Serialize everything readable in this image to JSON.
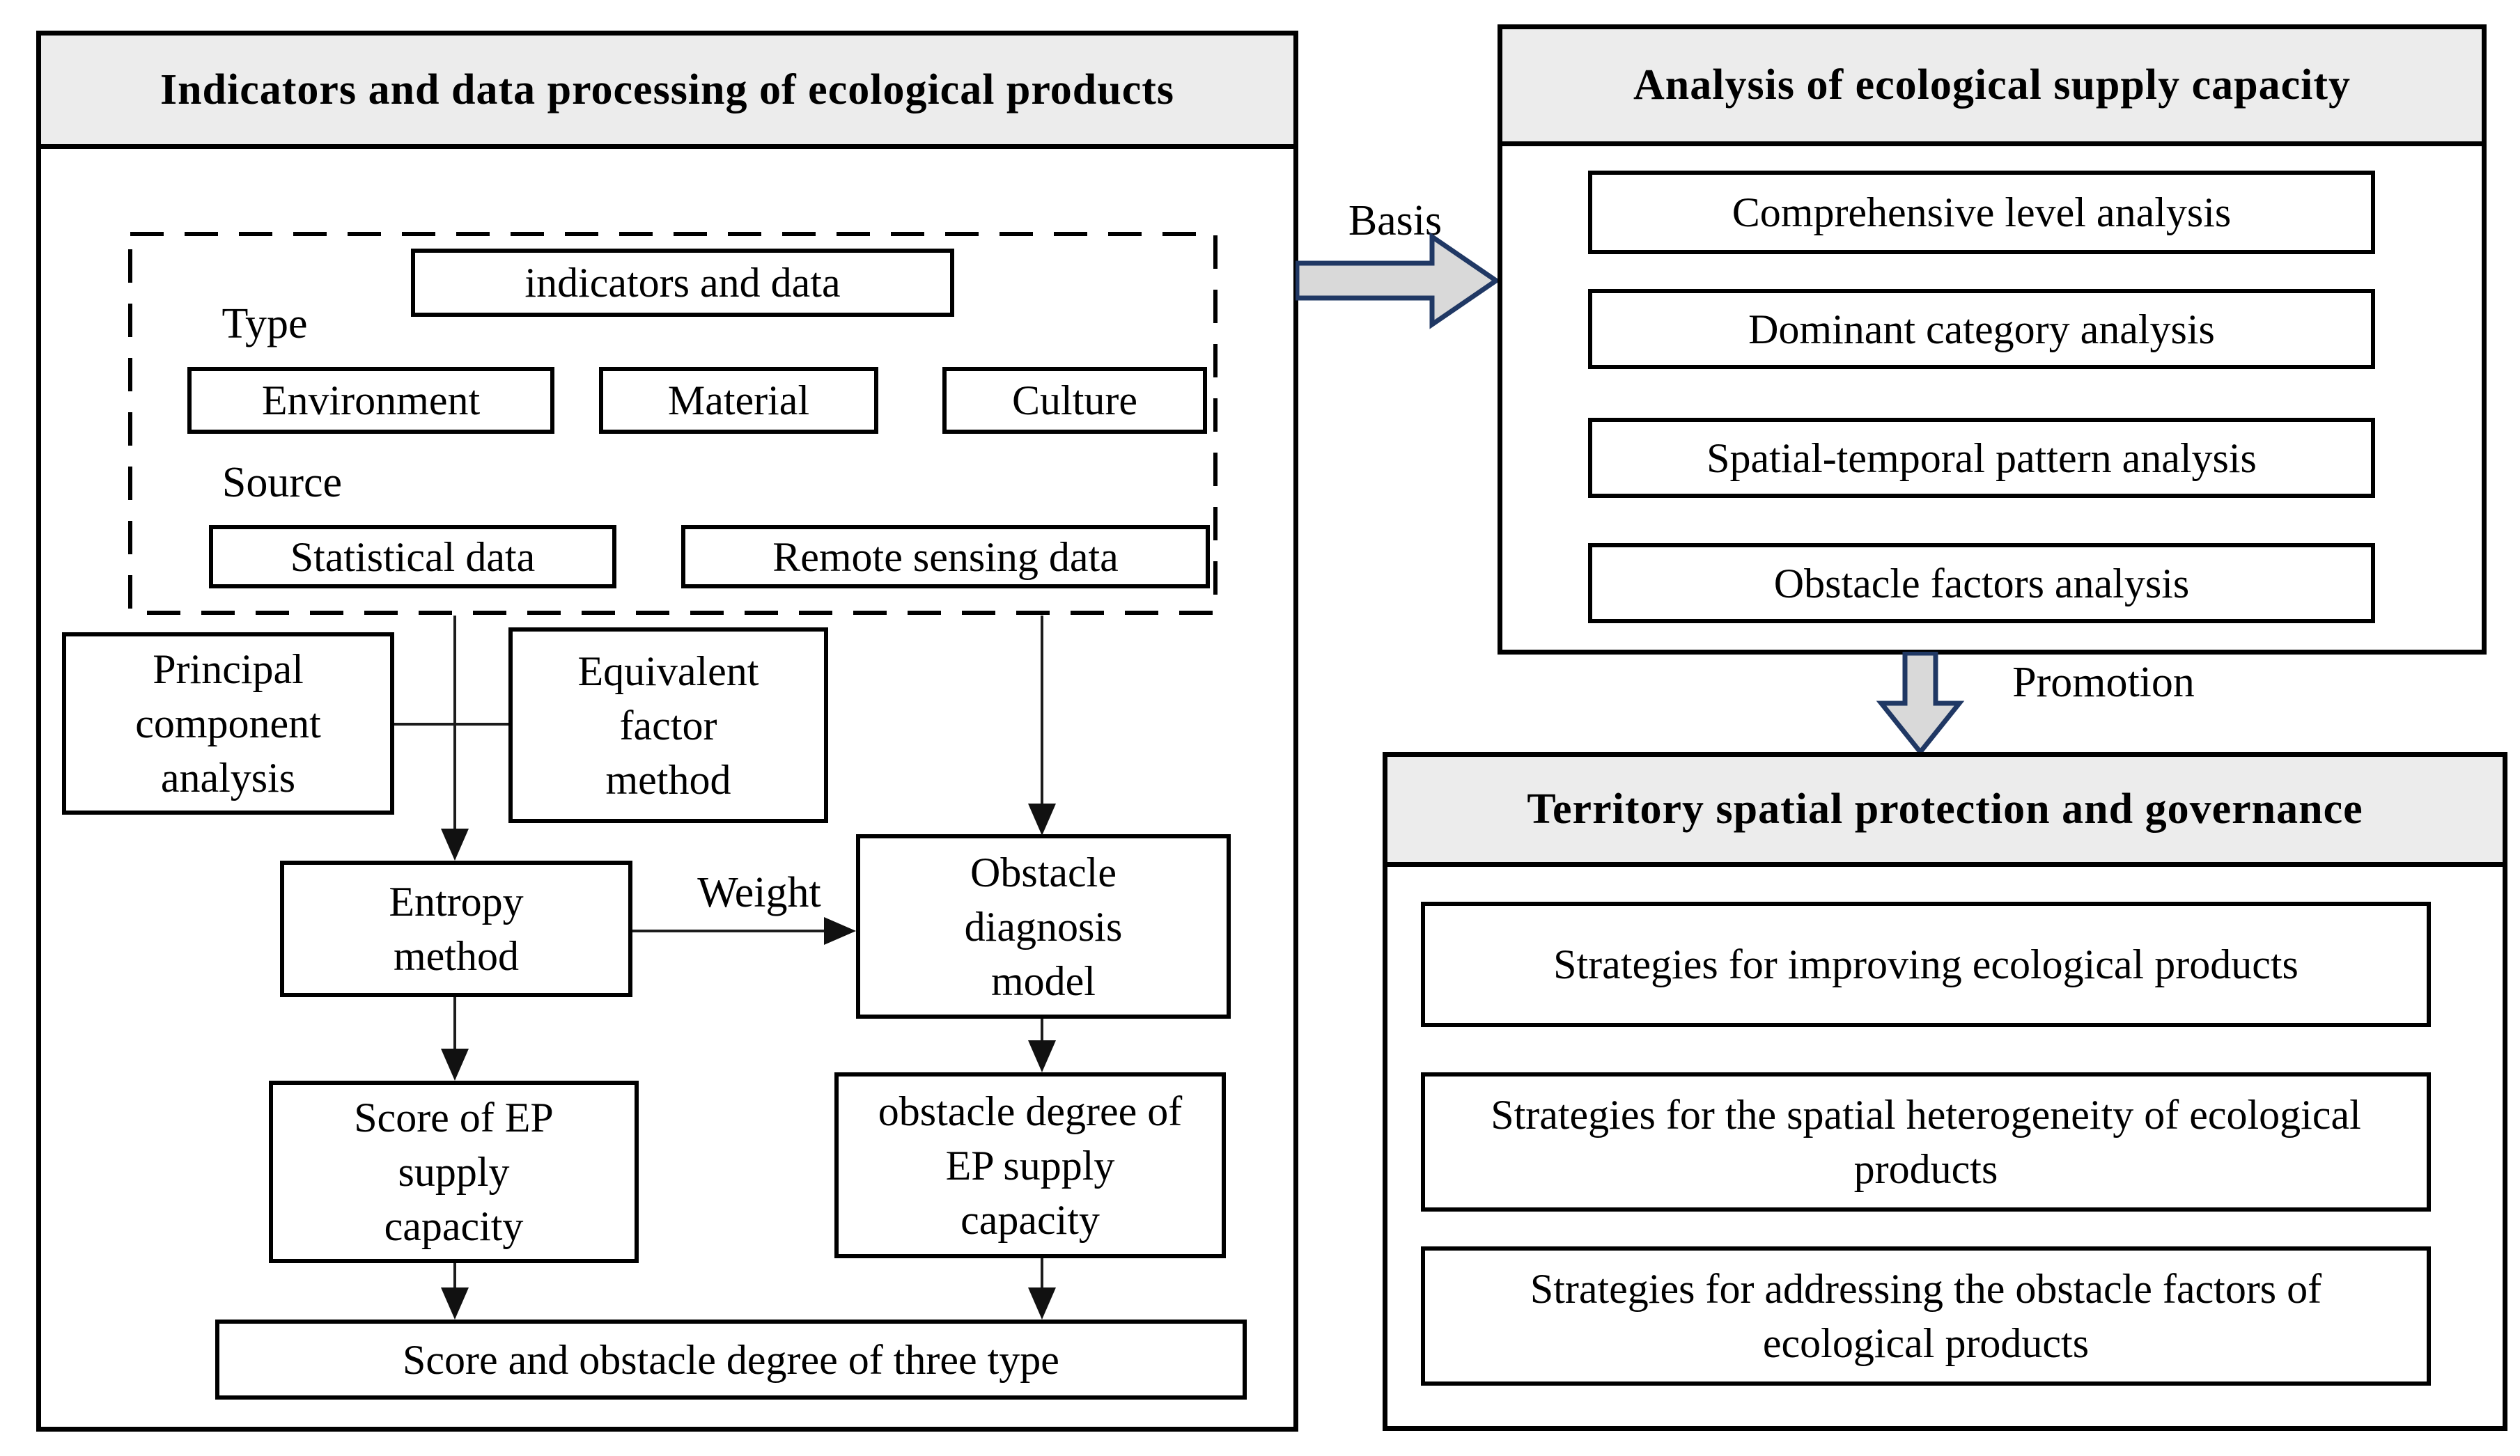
{
  "left_panel": {
    "title": "Indicators and data processing of ecological products",
    "indicators_box": "indicators and data",
    "type_label": "Type",
    "type_boxes": [
      "Environment",
      "Material",
      "Culture"
    ],
    "source_label": "Source",
    "source_boxes": [
      "Statistical data",
      "Remote sensing data"
    ],
    "pca_box": "Principal component analysis",
    "equivalent_box": "Equivalent factor method",
    "entropy_box": "Entropy method",
    "weight_label": "Weight",
    "obstacle_model_box": "Obstacle diagnosis model",
    "score_box": "Score of EP supply capacity",
    "obstacle_degree_box": "obstacle degree of EP supply capacity",
    "result_box": "Score and obstacle degree of three type"
  },
  "connectors": {
    "basis_label": "Basis",
    "promotion_label": "Promotion"
  },
  "right_top_panel": {
    "title": "Analysis of ecological supply capacity",
    "items": [
      "Comprehensive level analysis",
      "Dominant category analysis",
      "Spatial-temporal pattern analysis",
      "Obstacle factors analysis"
    ]
  },
  "right_bottom_panel": {
    "title": "Territory spatial protection and governance",
    "items": [
      "Strategies for improving ecological products",
      "Strategies for the spatial heterogeneity of ecological products",
      "Strategies for addressing the obstacle factors of ecological products"
    ]
  },
  "colors": {
    "header_bg": "#ececec",
    "block_arrow_fill": "#d9d9d9",
    "block_arrow_stroke": "#203864",
    "line_color": "#1c1c1c"
  }
}
